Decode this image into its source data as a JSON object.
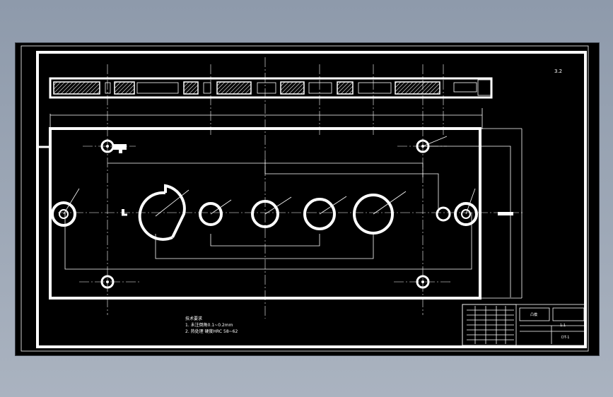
{
  "colors": {
    "background": "#9aa5b4",
    "canvas": "#000000",
    "line": "#ffffff"
  },
  "technical_requirements": {
    "title": "技术要求",
    "line1": "1. 未注倒角0.1~0.2mm",
    "line2": "2. 热处理 硬度HRC 58~62"
  },
  "title_block": {
    "part_name": "凸模",
    "scale": "1:1",
    "drawing_no": "DT-1"
  },
  "roughness_note": "3.2"
}
